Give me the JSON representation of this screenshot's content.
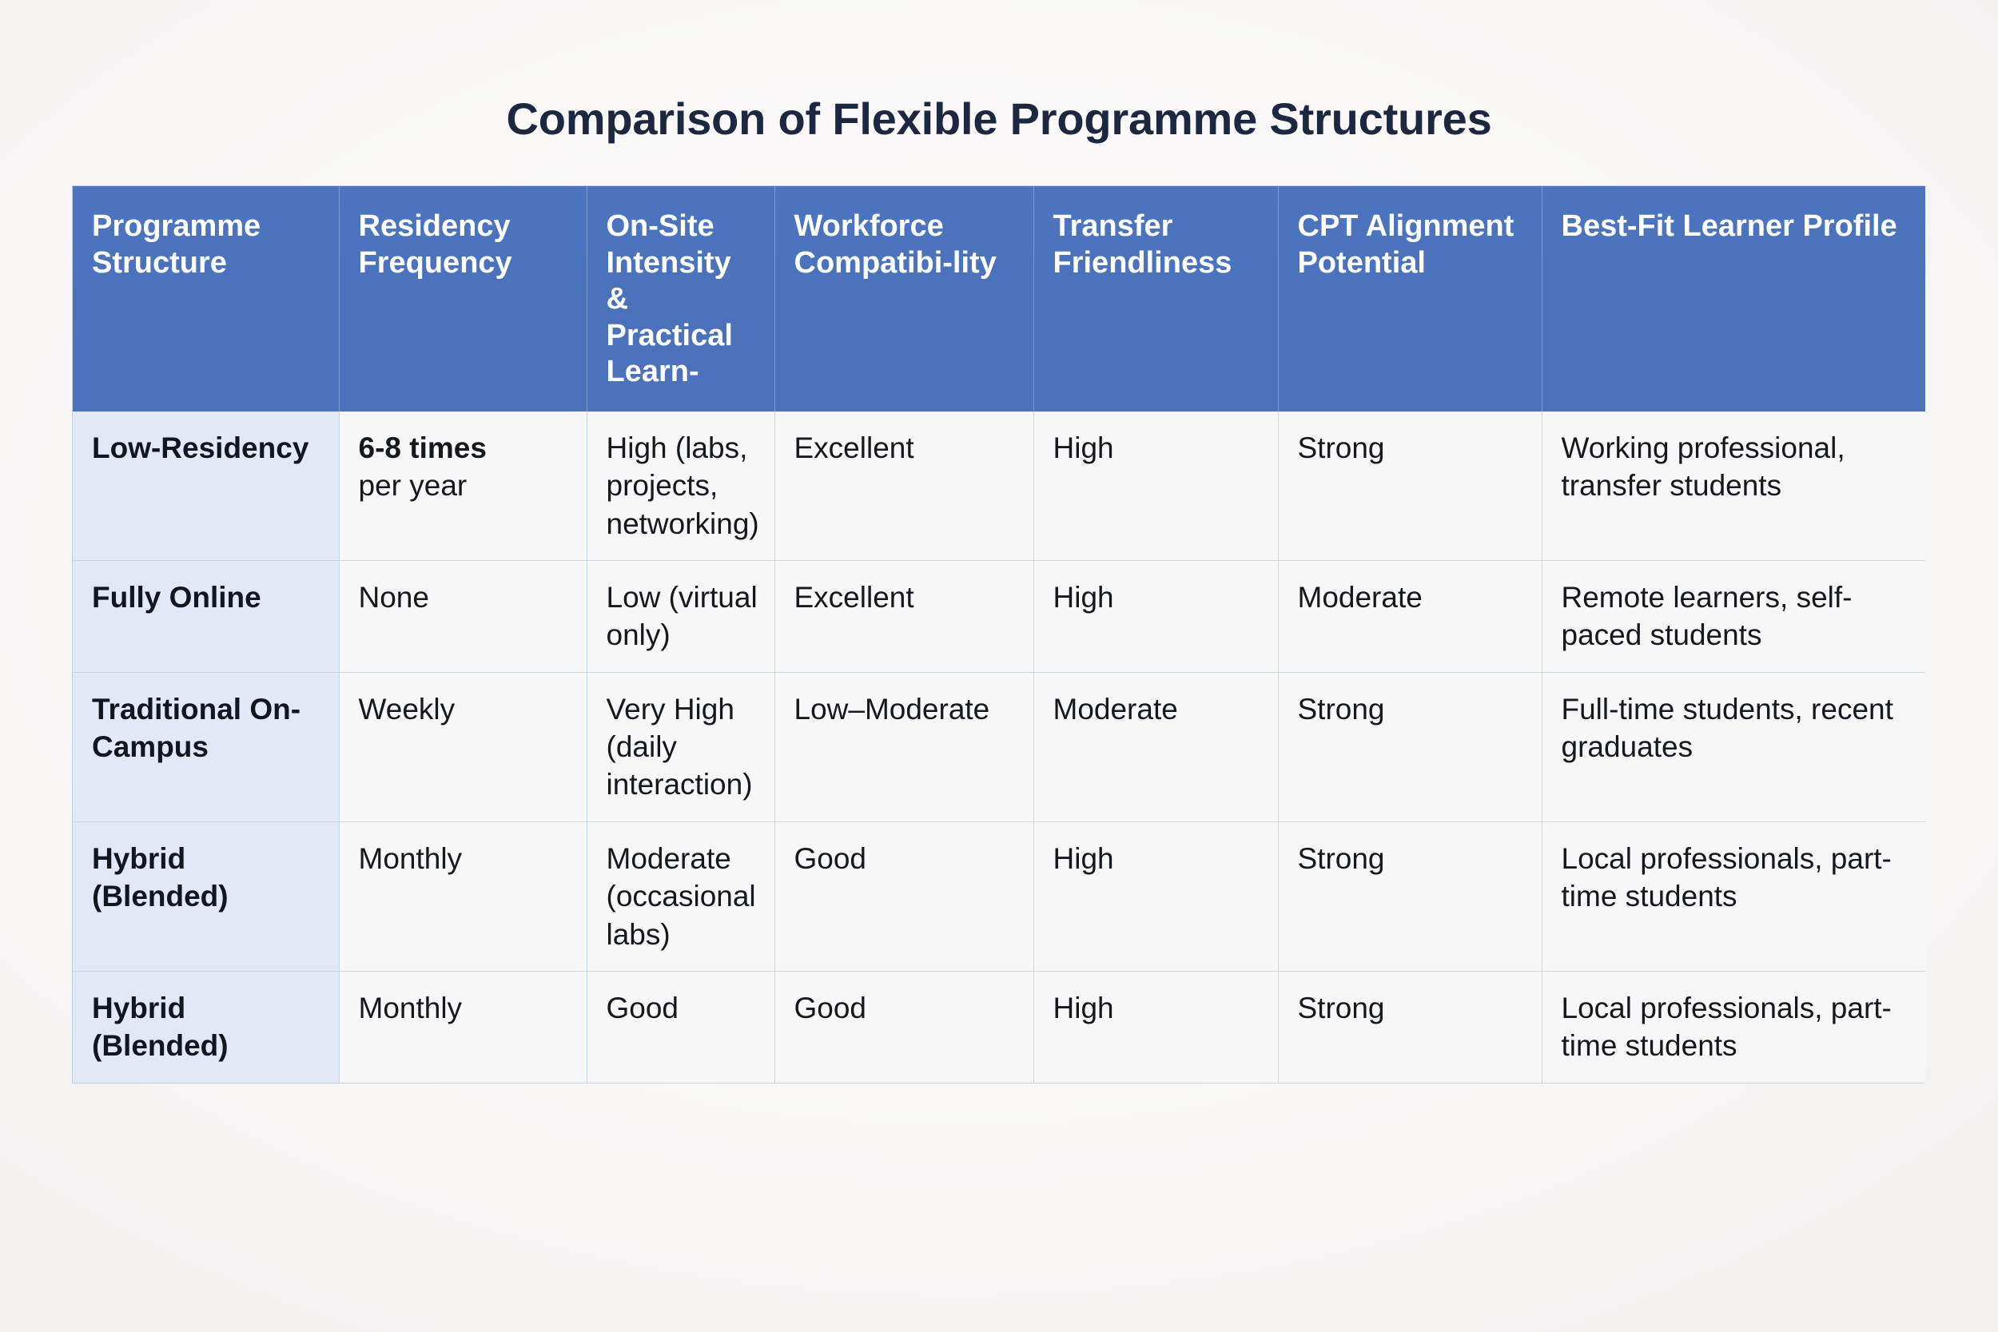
{
  "title": "Comparison of Flexible Programme Structures",
  "colors": {
    "header_blue": "#4a71ba",
    "header_text": "#ffffff",
    "rowhead_tint": "#e2e8f5",
    "cell_bg": "#f7f7f8",
    "grid_line": "#c9d5ea",
    "page_bg": "#faf9f8",
    "title_text": "#1d2740",
    "body_text": "#15181d"
  },
  "table": {
    "columns": [
      "Programme Structure",
      "Residency Frequency",
      "On-Site Intensity & Practical Learn-",
      "Workforce Compatibi-lity",
      "Transfer Friendliness",
      "CPT Alignment Potential",
      "Best-Fit Learner Profile"
    ],
    "rows": [
      {
        "structure": "Low-Residency",
        "residency_lead": "6-8 times",
        "residency_rest": "per year",
        "intensity": "High (labs, projects, networking)",
        "workforce": "Excellent",
        "transfer": "High",
        "cpt": "Strong",
        "profile": "Working professional, transfer students"
      },
      {
        "structure": "Fully Online",
        "residency_lead": "None",
        "residency_rest": "",
        "intensity": "Low (virtual only)",
        "workforce": "Excellent",
        "transfer": "High",
        "cpt": "Moderate",
        "profile": "Remote learners, self-paced students"
      },
      {
        "structure": "Traditional On-Campus",
        "residency_lead": "Weekly",
        "residency_rest": "",
        "intensity": "Very High (daily interaction)",
        "workforce": "Low–Moderate",
        "transfer": "Moderate",
        "cpt": "Strong",
        "profile": "Full-time students, recent graduates"
      },
      {
        "structure": "Hybrid (Blended)",
        "residency_lead": "Monthly",
        "residency_rest": "",
        "intensity": "Moderate (occasional labs)",
        "workforce": "Good",
        "transfer": "High",
        "cpt": "Strong",
        "profile": "Local professionals, part-time students"
      },
      {
        "structure": "Hybrid (Blended)",
        "residency_lead": "Monthly",
        "residency_rest": "",
        "intensity": "Good",
        "workforce": "Good",
        "transfer": "High",
        "cpt": "Strong",
        "profile": "Local professionals, part-time students"
      }
    ]
  }
}
